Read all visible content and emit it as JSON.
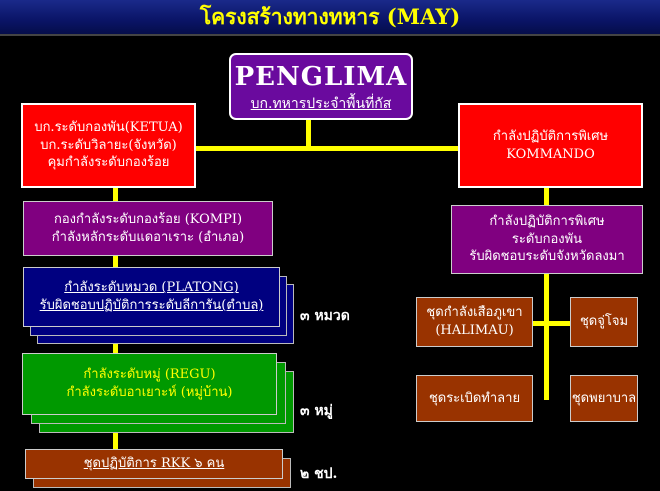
{
  "title": "โครงสร้างทางทหาร (MAY)",
  "colors": {
    "title_text": "#ffff00",
    "connector": "#ffff00",
    "red": "#ff0000",
    "purple": "#800080",
    "navy": "#000080",
    "green": "#009900",
    "brown": "#993300"
  },
  "penglima": {
    "title": "PENGLIMA",
    "subtitle": "บก.ทหารประจำพื้นที่กัส"
  },
  "ketua": {
    "line1": "บก.ระดับกองพัน(KETUA)",
    "line2": "บก.ระดับวิลายะ(จังหวัด)",
    "line3": "คุมกำลังระดับกองร้อย"
  },
  "kompi": {
    "line1": "กองกำลังระดับกองร้อย (KOMPI)",
    "line2": "กำลังหลักระดับแดอาเราะ (อำเภอ)"
  },
  "platong": {
    "line1": "กำลังระดับหมวด (PLATONG)",
    "line2": "รับผิดชอบปฏิบัติการระดับลีการัน(ตำบล)",
    "count": "๓ หมวด"
  },
  "regu": {
    "line1": "กำลังระดับหมู่ (REGU)",
    "line2": "กำลังระดับอาเยาะห์ (หมู่บ้าน)",
    "count": "๓ หมู่"
  },
  "rkk": {
    "label": "ชุดปฏิบัติการ RKK ๖ คน",
    "count": "๒ ชป."
  },
  "kommando": {
    "line1": "กำลังปฏิบัติการพิเศษ",
    "line2": "KOMMANDO"
  },
  "special_bn": {
    "line1": "กำลังปฏิบัติการพิเศษ",
    "line2": "ระดับกองพัน",
    "line3": "รับผิดชอบระดับจังหวัดลงมา"
  },
  "halimau": {
    "line1": "ชุดกำลังเสือภูเขา",
    "line2": "(HALIMAU)"
  },
  "assault": {
    "label": "ชุดจู่โจม"
  },
  "demolition": {
    "label": "ชุดระเบิดทำลาย"
  },
  "medic": {
    "label": "ชุดพยาบาล"
  }
}
